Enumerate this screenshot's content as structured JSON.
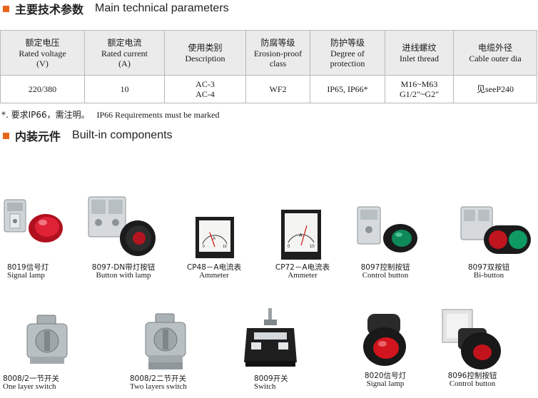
{
  "section1": {
    "zh": "主要技术参数",
    "en": "Main technical parameters"
  },
  "table": {
    "headers": [
      {
        "zh": "额定电压",
        "en": "Rated voltage",
        "en2": "(V)"
      },
      {
        "zh": "额定电流",
        "en": "Rated current",
        "en2": "(A)"
      },
      {
        "zh": "使用类别",
        "en": "Description",
        "en2": ""
      },
      {
        "zh": "防腐等级",
        "en": "Erosion-proof",
        "en2": "class"
      },
      {
        "zh": "防护等级",
        "en": "Degree of",
        "en2": "protection"
      },
      {
        "zh": "进线螺纹",
        "en": "Inlet thread",
        "en2": ""
      },
      {
        "zh": "电缆外径",
        "en": "Cable outer dia",
        "en2": ""
      }
    ],
    "row": [
      {
        "l1": "220/380",
        "l2": ""
      },
      {
        "l1": "10",
        "l2": ""
      },
      {
        "l1": "AC-3",
        "l2": "AC-4"
      },
      {
        "l1": "WF2",
        "l2": ""
      },
      {
        "l1": "IP65, IP66*",
        "l2": ""
      },
      {
        "l1": "M16~M63",
        "l2": "G1/2\"~G2\""
      },
      {
        "l1": "见seeP240",
        "l2": ""
      }
    ]
  },
  "note": {
    "zh": "*. 要求IP66，需注明。",
    "en": "IP66 Requirements must be marked"
  },
  "section2": {
    "zh": "内装元件",
    "en": "Built-in components"
  },
  "components": [
    {
      "zh": "8019信号灯",
      "en": "Signal lamp"
    },
    {
      "zh": "8097-DN带灯按钮",
      "en": "Button with lamp"
    },
    {
      "zh": "CP48－A电流表",
      "en": "Ammeter"
    },
    {
      "zh": "CP72－A电流表",
      "en": "Ammeter"
    },
    {
      "zh": "8097控制按钮",
      "en": "Control button"
    },
    {
      "zh": "8097双按钮",
      "en": "Bi-button"
    },
    {
      "zh": "8008/2一节开关",
      "en": "One layer switch"
    },
    {
      "zh": "8008/2二节开关",
      "en": "Two layers  switch"
    },
    {
      "zh": "8009开关",
      "en": "Switch"
    },
    {
      "zh": "8020信号灯",
      "en": "Signal lamp"
    },
    {
      "zh": "8096控制按钮",
      "en": "Control button"
    }
  ],
  "colors": {
    "accent": "#e8661c",
    "header_bg": "#ebebeb",
    "lamp_red": "#d0142c",
    "button_green": "#14a06a"
  },
  "meters": [
    {
      "scale_labels": [
        "0",
        "A",
        "10"
      ]
    },
    {
      "scale_labels": [
        "0",
        "A",
        "10"
      ]
    }
  ]
}
